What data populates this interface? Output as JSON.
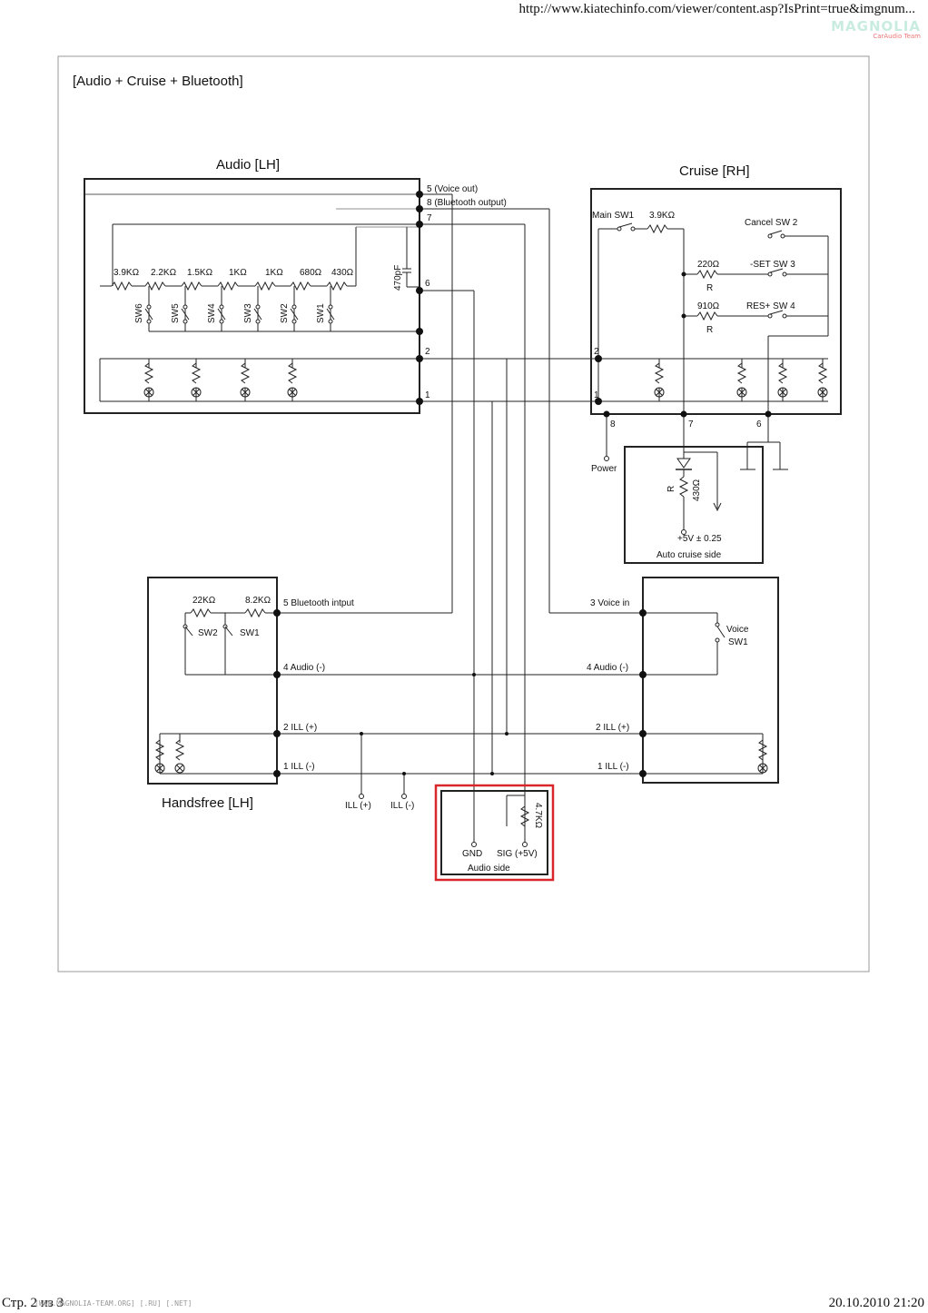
{
  "header": {
    "url": "http://www.kiatechinfo.com/viewer/content.asp?IsPrint=true&imgnum..."
  },
  "watermark": {
    "brand": "MAGNOLIA",
    "tagline": "CarAudio Team",
    "site": "[WWW.MAGNOLIA-TEAM.ORG] [.RU] [.NET]"
  },
  "footer": {
    "page": "Стр. 2 из 3",
    "datetime": "20.10.2010 21:20"
  },
  "diagram": {
    "title": "[Audio + Cruise + Bluetooth]",
    "audio": {
      "title": "Audio [LH]",
      "pin5": "5 (Voice out)",
      "pin8": "8 (Bluetooth output)",
      "pin7": "7",
      "pin6": "6",
      "pin2": "2",
      "pin1": "1",
      "cap": "470pF",
      "resistors": [
        "3.9KΩ",
        "2.2KΩ",
        "1.5KΩ",
        "1KΩ",
        "1KΩ",
        "680Ω",
        "430Ω"
      ],
      "switches": [
        "SW6",
        "SW5",
        "SW4",
        "SW3",
        "SW2",
        "SW1"
      ]
    },
    "cruise": {
      "title": "Cruise [RH]",
      "main_sw": "Main SW1",
      "main_res": "3.9KΩ",
      "cancel": "Cancel SW 2",
      "r220": "220Ω",
      "set": "-SET SW 3",
      "r910": "910Ω",
      "res": "RES+ SW 4",
      "r1": "R",
      "r2": "R",
      "pin2": "2",
      "pin1": "1",
      "pin8": "8",
      "pin7": "7",
      "pin6": "6",
      "power": "Power"
    },
    "autocruise": {
      "r": "R",
      "ohm": "430Ω",
      "supply": "+5V ± 0.25",
      "label": "Auto cruise side"
    },
    "handsfree": {
      "title": "Handsfree [LH]",
      "r22k": "22KΩ",
      "r82k": "8.2KΩ",
      "sw2": "SW2",
      "sw1": "SW1",
      "pin5": "5 Bluetooth intput",
      "pin4": "4 Audio (-)",
      "pin2": "2 ILL (+)",
      "pin1": "1 ILL (-)",
      "ill_plus": "ILL (+)",
      "ill_minus": "ILL (-)"
    },
    "voice": {
      "pin3": "3 Voice in",
      "pin4": "4 Audio (-)",
      "pin2": "2 ILL (+)",
      "pin1": "1 ILL (-)",
      "sw": "Voice",
      "sw1": "SW1"
    },
    "audioside": {
      "res": "4.7KΩ",
      "gnd": "GND",
      "sig": "SIG (+5V)",
      "label": "Audio side"
    },
    "colors": {
      "highlight": "#d8262b",
      "line": "#222222",
      "frame": "#999999"
    }
  }
}
